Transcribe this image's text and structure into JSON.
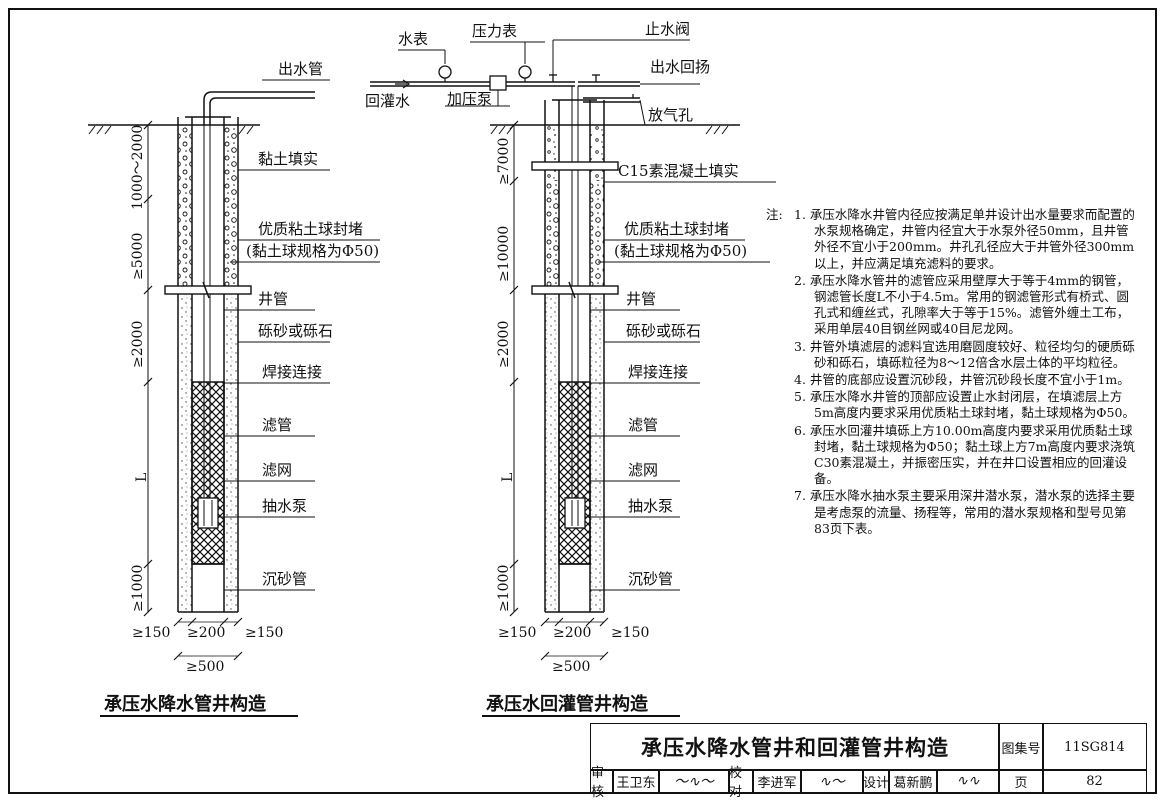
{
  "left_diagram": {
    "title": "承压水降水管井构造",
    "labels": {
      "outlet_pipe": "出水管",
      "clay_fill": "黏土填实",
      "clay_ball_seal": "优质粘土球封堵",
      "clay_ball_spec": "(黏土球规格为Φ50)",
      "well_pipe": "井管",
      "gravel": "砾砂或砾石",
      "weld": "焊接连接",
      "filter_pipe": "滤管",
      "filter_net": "滤网",
      "pump": "抽水泵",
      "sand_pipe": "沉砂管"
    },
    "vertical_dims": [
      "1000～2000",
      "≥5000",
      "≥2000",
      "L",
      "≥1000"
    ],
    "horizontal_dims": [
      "≥150",
      "≥200",
      "≥150",
      "≥500"
    ]
  },
  "right_diagram": {
    "title": "承压水回灌管井构造",
    "labels": {
      "water_meter": "水表",
      "pressure_gauge": "压力表",
      "stop_valve": "止水阀",
      "outlet_backflush": "出水回扬",
      "recharge_water": "回灌水",
      "booster_pump": "加压泵",
      "vent_hole": "放气孔",
      "concrete_fill": "C15素混凝土填实",
      "clay_ball_seal": "优质粘土球封堵",
      "clay_ball_spec": "(黏土球规格为Φ50)",
      "well_pipe": "井管",
      "gravel": "砾砂或砾石",
      "weld": "焊接连接",
      "filter_pipe": "滤管",
      "filter_net": "滤网",
      "pump": "抽水泵",
      "sand_pipe": "沉砂管"
    },
    "vertical_dims": [
      "≥7000",
      "≥10000",
      "≥2000",
      "L",
      "≥1000"
    ],
    "horizontal_dims": [
      "≥150",
      "≥200",
      "≥150",
      "≥500"
    ]
  },
  "notes": {
    "head": "注:",
    "items": [
      "1. 承压水降水井管内径应按满足单井设计出水量要求而配置的水泵规格确定，井管内径宜大于水泵外径50mm，且井管外径不宜小于200mm。井孔孔径应大于井管外径300mm以上，并应满足填充滤料的要求。",
      "2. 承压水降水管井的滤管应采用壁厚大于等于4mm的钢管，钢滤管长度L不小于4.5m。常用的钢滤管形式有桥式、圆孔式和缠丝式，孔隙率大于等于15%。滤管外缠土工布，采用单层40目钢丝网或40目尼龙网。",
      "3. 井管外填滤层的滤料宜选用磨圆度较好、粒径均匀的硬质砾砂和砾石，填砾粒径为8～12倍含水层土体的平均粒径。",
      "4. 井管的底部应设置沉砂段，井管沉砂段长度不宜小于1m。",
      "5. 承压水降水井管的顶部应设置止水封闭层，在填滤层上方5m高度内要求采用优质粘土球封堵，黏土球规格为Φ50。",
      "6. 承压水回灌井填砾上方10.00m高度内要求采用优质黏土球封堵，黏土球规格为Φ50；黏土球上方7m高度内要求浇筑C30素混凝土，并振密压实，并在井口设置相应的回灌设备。",
      "7. 承压水降水抽水泵主要采用深井潜水泵，潜水泵的选择主要是考虑泵的流量、扬程等，常用的潜水泵规格和型号见第83页下表。"
    ]
  },
  "title_block": {
    "title": "承压水降水管井和回灌管井构造",
    "atlas_label": "图集号",
    "atlas_no": "11SG814",
    "review_label": "审核",
    "reviewer": "王卫东",
    "check_label": "校对",
    "checker": "李进军",
    "design_label": "设计",
    "designer": "葛新鹏",
    "page_label": "页",
    "page_no": "82"
  }
}
